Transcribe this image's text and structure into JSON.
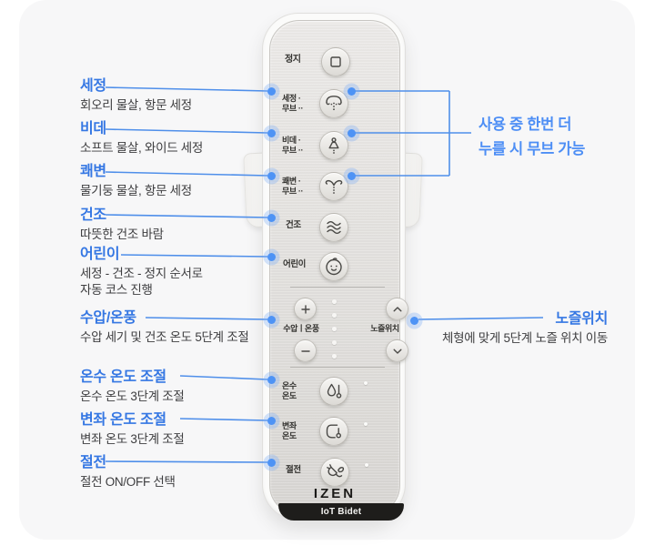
{
  "colors": {
    "accent_blue": "#3577e3",
    "note_blue": "#4d8ef5",
    "line_blue": "#4f8fea",
    "glow_dot_blue": "#4e93f5",
    "desc_text": "#3d3d3f",
    "card_bg": "#f7f7f8",
    "band_bg": "#1e1d1b"
  },
  "left_annotations": [
    {
      "title": "세정",
      "desc": "회오리 물살, 항문 세정"
    },
    {
      "title": "비데",
      "desc": "소프트 물살, 와이드 세정"
    },
    {
      "title": "쾌변",
      "desc": "물기둥 물살, 항문 세정"
    },
    {
      "title": "건조",
      "desc": "따뜻한 건조 바람"
    },
    {
      "title": "어린이",
      "desc_line1": "세정 - 건조 - 정지 순서로",
      "desc_line2": "자동 코스 진행"
    },
    {
      "title": "수압/온풍",
      "desc": "수압 세기 및 건조 온도 5단계 조절"
    },
    {
      "title": "온수 온도 조절",
      "desc": "온수 온도 3단계 조절"
    },
    {
      "title": "변좌 온도 조절",
      "desc": "변좌 온도 3단계 조절"
    },
    {
      "title": "절전",
      "desc": "절전 ON/OFF 선택"
    }
  ],
  "right_annotations": {
    "move_note_line1": "사용 중 한번 더",
    "move_note_line2": "누를 시 무브 가능",
    "nozzle_title": "노즐위치",
    "nozzle_desc": "체형에 맞게 5단계 노즐 위치 이동"
  },
  "remote": {
    "stop_label": "정지",
    "wash_buttons": [
      {
        "label_line1": "세정 ·",
        "label_line2": "무브 ··",
        "icon": "cleansing-spray-icon"
      },
      {
        "label_line1": "비데 ·",
        "label_line2": "무브 ··",
        "icon": "bidet-spray-icon"
      },
      {
        "label_line1": "쾌변 ·",
        "label_line2": "무브 ··",
        "icon": "comfort-spray-icon"
      }
    ],
    "dry_label": "건조",
    "child_label": "어린이",
    "pressure_label": "수압ㅣ온풍",
    "nozzle_label": "노즐위치",
    "temp_buttons": [
      {
        "label_line1": "온수",
        "label_line2": "온도",
        "icon": "water-temp-icon"
      },
      {
        "label_line1": "변좌",
        "label_line2": "온도",
        "icon": "seat-temp-icon"
      }
    ],
    "eco_label": "절전",
    "brand": "IZEN",
    "band_text": "IoT Bidet"
  }
}
